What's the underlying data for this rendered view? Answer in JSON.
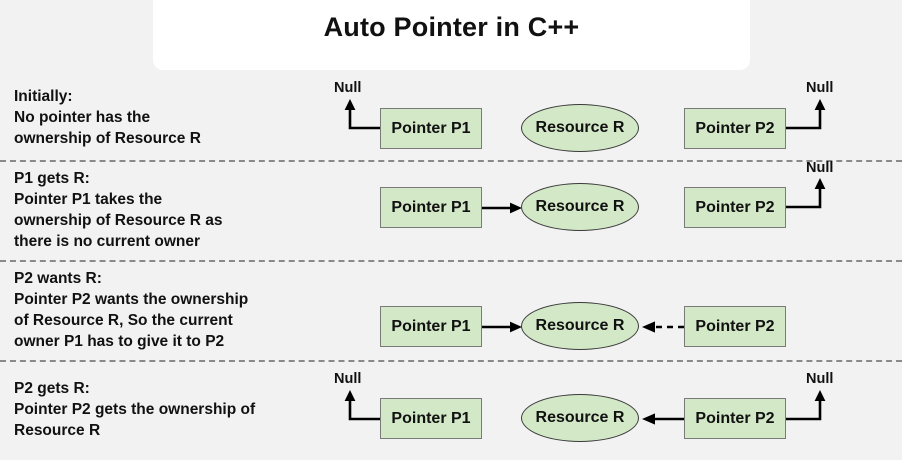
{
  "title": "Auto Pointer in C++",
  "colors": {
    "background": "#f2f2f2",
    "card": "#ffffff",
    "node_fill": "#d2e8c6",
    "node_stroke": "#7a7a7a",
    "ellipse_stroke": "#3b3b3b",
    "arrow": "#000000",
    "separator": "#8a8a8a",
    "text": "#111111"
  },
  "labels": {
    "null": "Null",
    "pointer_p1": "Pointer P1",
    "pointer_p2": "Pointer P2",
    "resource_r": "Resource R"
  },
  "rows": [
    {
      "id": "initially",
      "heading": "Initially:",
      "caption": "Initially:\nNo pointer has the\nownership of Resource R",
      "p1_target": "null",
      "p2_target": "null",
      "p1_arrow_style": "solid",
      "p2_arrow_style": "solid"
    },
    {
      "id": "p1-gets-r",
      "heading": "P1 gets R:",
      "caption": "P1 gets R:\nPointer P1 takes the\nownership of Resource R as\nthere is no current owner",
      "p1_target": "resource",
      "p2_target": "null",
      "p1_arrow_style": "solid",
      "p2_arrow_style": "solid"
    },
    {
      "id": "p2-wants-r",
      "heading": "P2 wants R:",
      "caption": "P2 wants R:\nPointer P2 wants the ownership\nof Resource R, So the current\nowner P1 has to give it to P2",
      "p1_target": "resource",
      "p2_target": "resource",
      "p1_arrow_style": "solid",
      "p2_arrow_style": "dashed"
    },
    {
      "id": "p2-gets-r",
      "heading": "P2 gets R:",
      "caption": "P2 gets R:\nPointer P2 gets the ownership of\nResource R",
      "p1_target": "null",
      "p2_target": "resource-and-null",
      "p1_arrow_style": "solid",
      "p2_arrow_style": "solid"
    }
  ],
  "diagram": {
    "type": "state-sequence",
    "description": "Four stages showing auto_ptr ownership transfer between Pointer P1 and Pointer P2 over Resource R"
  }
}
